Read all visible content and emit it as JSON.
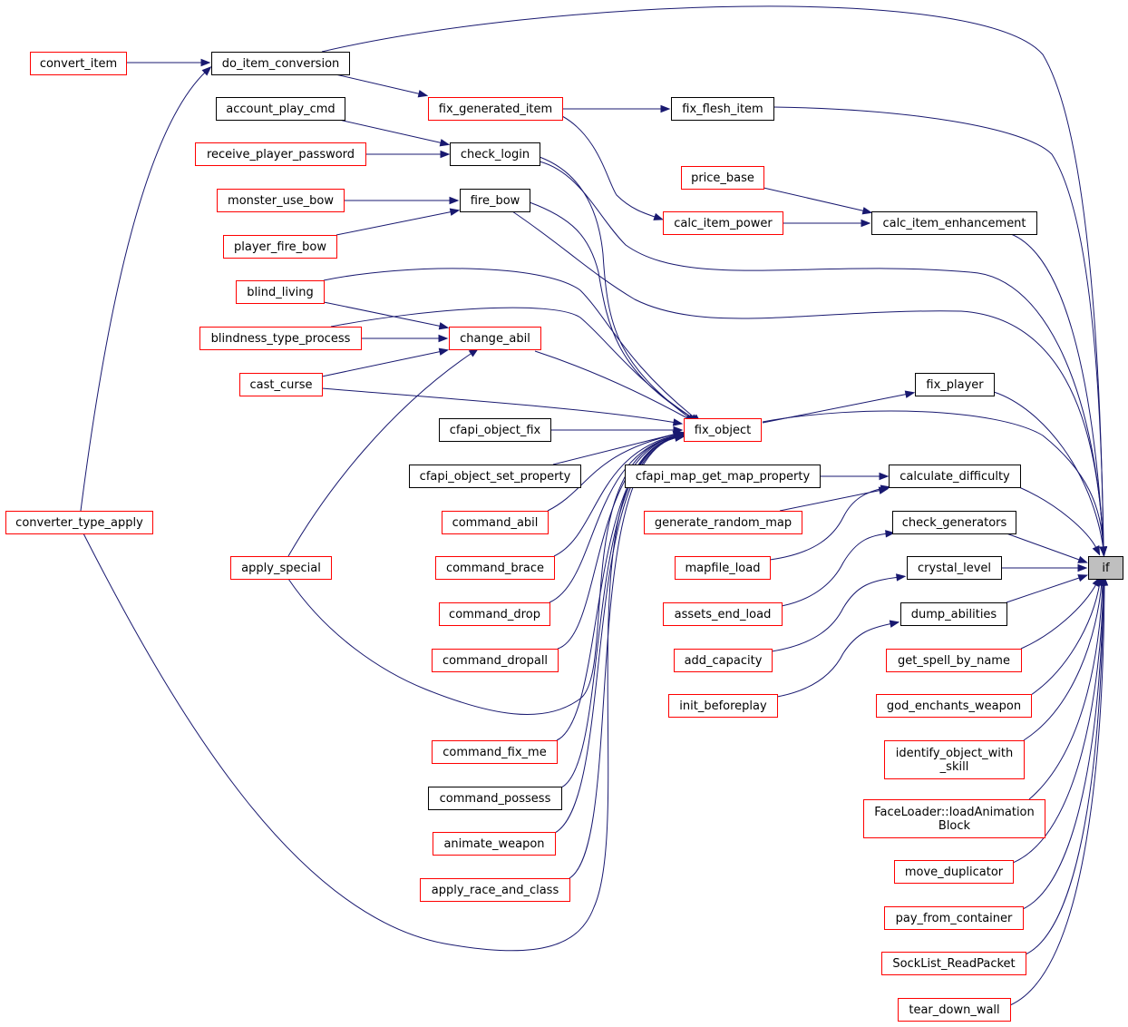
{
  "diagram": {
    "nodes": [
      {
        "id": "convert_item",
        "lines": [
          "convert_item"
        ],
        "border": "red"
      },
      {
        "id": "do_item_conversion",
        "lines": [
          "do_item_conversion"
        ],
        "border": "black"
      },
      {
        "id": "account_play_cmd",
        "lines": [
          "account_play_cmd"
        ],
        "border": "black"
      },
      {
        "id": "fix_generated_item",
        "lines": [
          "fix_generated_item"
        ],
        "border": "red"
      },
      {
        "id": "fix_flesh_item",
        "lines": [
          "fix_flesh_item"
        ],
        "border": "black"
      },
      {
        "id": "receive_player_password",
        "lines": [
          "receive_player_password"
        ],
        "border": "red"
      },
      {
        "id": "check_login",
        "lines": [
          "check_login"
        ],
        "border": "black"
      },
      {
        "id": "price_base",
        "lines": [
          "price_base"
        ],
        "border": "red"
      },
      {
        "id": "monster_use_bow",
        "lines": [
          "monster_use_bow"
        ],
        "border": "red"
      },
      {
        "id": "fire_bow",
        "lines": [
          "fire_bow"
        ],
        "border": "black"
      },
      {
        "id": "calc_item_power",
        "lines": [
          "calc_item_power"
        ],
        "border": "red"
      },
      {
        "id": "calc_item_enhancement",
        "lines": [
          "calc_item_enhancement"
        ],
        "border": "black"
      },
      {
        "id": "player_fire_bow",
        "lines": [
          "player_fire_bow"
        ],
        "border": "red"
      },
      {
        "id": "blind_living",
        "lines": [
          "blind_living"
        ],
        "border": "red"
      },
      {
        "id": "blindness_type_process",
        "lines": [
          "blindness_type_process"
        ],
        "border": "red"
      },
      {
        "id": "change_abil",
        "lines": [
          "change_abil"
        ],
        "border": "red"
      },
      {
        "id": "cast_curse",
        "lines": [
          "cast_curse"
        ],
        "border": "red"
      },
      {
        "id": "fix_player",
        "lines": [
          "fix_player"
        ],
        "border": "black"
      },
      {
        "id": "cfapi_object_fix",
        "lines": [
          "cfapi_object_fix"
        ],
        "border": "black"
      },
      {
        "id": "fix_object",
        "lines": [
          "fix_object"
        ],
        "border": "red"
      },
      {
        "id": "cfapi_object_set_property",
        "lines": [
          "cfapi_object_set_property"
        ],
        "border": "black"
      },
      {
        "id": "cfapi_map_get_map_property",
        "lines": [
          "cfapi_map_get_map_property"
        ],
        "border": "black"
      },
      {
        "id": "calculate_difficulty",
        "lines": [
          "calculate_difficulty"
        ],
        "border": "black"
      },
      {
        "id": "command_abil",
        "lines": [
          "command_abil"
        ],
        "border": "red"
      },
      {
        "id": "generate_random_map",
        "lines": [
          "generate_random_map"
        ],
        "border": "red"
      },
      {
        "id": "check_generators",
        "lines": [
          "check_generators"
        ],
        "border": "black"
      },
      {
        "id": "converter_type_apply",
        "lines": [
          "converter_type_apply"
        ],
        "border": "red"
      },
      {
        "id": "apply_special",
        "lines": [
          "apply_special"
        ],
        "border": "red"
      },
      {
        "id": "command_brace",
        "lines": [
          "command_brace"
        ],
        "border": "red"
      },
      {
        "id": "mapfile_load",
        "lines": [
          "mapfile_load"
        ],
        "border": "red"
      },
      {
        "id": "crystal_level",
        "lines": [
          "crystal_level"
        ],
        "border": "black"
      },
      {
        "id": "if",
        "lines": [
          "if"
        ],
        "border": "gray"
      },
      {
        "id": "command_drop",
        "lines": [
          "command_drop"
        ],
        "border": "red"
      },
      {
        "id": "assets_end_load",
        "lines": [
          "assets_end_load"
        ],
        "border": "red"
      },
      {
        "id": "dump_abilities",
        "lines": [
          "dump_abilities"
        ],
        "border": "black"
      },
      {
        "id": "command_dropall",
        "lines": [
          "command_dropall"
        ],
        "border": "red"
      },
      {
        "id": "add_capacity",
        "lines": [
          "add_capacity"
        ],
        "border": "red"
      },
      {
        "id": "get_spell_by_name",
        "lines": [
          "get_spell_by_name"
        ],
        "border": "red"
      },
      {
        "id": "init_beforeplay",
        "lines": [
          "init_beforeplay"
        ],
        "border": "red"
      },
      {
        "id": "god_enchants_weapon",
        "lines": [
          "god_enchants_weapon"
        ],
        "border": "red"
      },
      {
        "id": "command_fix_me",
        "lines": [
          "command_fix_me"
        ],
        "border": "red"
      },
      {
        "id": "identify_object_with_skill",
        "lines": [
          "identify_object_with",
          "_skill"
        ],
        "border": "red"
      },
      {
        "id": "command_possess",
        "lines": [
          "command_possess"
        ],
        "border": "black"
      },
      {
        "id": "FaceLoader_loadAnimationBlock",
        "lines": [
          "FaceLoader::loadAnimation",
          "Block"
        ],
        "border": "red"
      },
      {
        "id": "animate_weapon",
        "lines": [
          "animate_weapon"
        ],
        "border": "red"
      },
      {
        "id": "move_duplicator",
        "lines": [
          "move_duplicator"
        ],
        "border": "red"
      },
      {
        "id": "apply_race_and_class",
        "lines": [
          "apply_race_and_class"
        ],
        "border": "red"
      },
      {
        "id": "pay_from_container",
        "lines": [
          "pay_from_container"
        ],
        "border": "red"
      },
      {
        "id": "SockList_ReadPacket",
        "lines": [
          "SockList_ReadPacket"
        ],
        "border": "red"
      },
      {
        "id": "tear_down_wall",
        "lines": [
          "tear_down_wall"
        ],
        "border": "red"
      }
    ],
    "edges": [
      {
        "from": "convert_item",
        "to": "do_item_conversion"
      },
      {
        "from": "converter_type_apply",
        "to": "do_item_conversion"
      },
      {
        "from": "do_item_conversion",
        "to": "fix_generated_item"
      },
      {
        "from": "do_item_conversion",
        "to": "if"
      },
      {
        "from": "fix_generated_item",
        "to": "fix_flesh_item"
      },
      {
        "from": "fix_generated_item",
        "to": "calc_item_power"
      },
      {
        "from": "fix_flesh_item",
        "to": "if"
      },
      {
        "from": "account_play_cmd",
        "to": "check_login"
      },
      {
        "from": "receive_player_password",
        "to": "check_login"
      },
      {
        "from": "check_login",
        "to": "fix_object"
      },
      {
        "from": "check_login",
        "to": "if"
      },
      {
        "from": "price_base",
        "to": "calc_item_enhancement"
      },
      {
        "from": "calc_item_power",
        "to": "calc_item_enhancement"
      },
      {
        "from": "calc_item_enhancement",
        "to": "if"
      },
      {
        "from": "monster_use_bow",
        "to": "fire_bow"
      },
      {
        "from": "player_fire_bow",
        "to": "fire_bow"
      },
      {
        "from": "fire_bow",
        "to": "fix_object"
      },
      {
        "from": "fire_bow",
        "to": "if"
      },
      {
        "from": "blind_living",
        "to": "change_abil"
      },
      {
        "from": "blindness_type_process",
        "to": "change_abil"
      },
      {
        "from": "cast_curse",
        "to": "change_abil"
      },
      {
        "from": "apply_special",
        "to": "change_abil"
      },
      {
        "from": "blind_living",
        "to": "fix_object"
      },
      {
        "from": "blindness_type_process",
        "to": "fix_object"
      },
      {
        "from": "cast_curse",
        "to": "fix_object"
      },
      {
        "from": "change_abil",
        "to": "fix_object"
      },
      {
        "from": "cfapi_object_fix",
        "to": "fix_object"
      },
      {
        "from": "cfapi_object_set_property",
        "to": "fix_object"
      },
      {
        "from": "command_abil",
        "to": "fix_object"
      },
      {
        "from": "command_brace",
        "to": "fix_object"
      },
      {
        "from": "command_drop",
        "to": "fix_object"
      },
      {
        "from": "command_dropall",
        "to": "fix_object"
      },
      {
        "from": "command_fix_me",
        "to": "fix_object"
      },
      {
        "from": "command_possess",
        "to": "fix_object"
      },
      {
        "from": "animate_weapon",
        "to": "fix_object"
      },
      {
        "from": "apply_race_and_class",
        "to": "fix_object"
      },
      {
        "from": "apply_special",
        "to": "fix_object"
      },
      {
        "from": "converter_type_apply",
        "to": "fix_object"
      },
      {
        "from": "fix_object",
        "to": "fix_player"
      },
      {
        "from": "fix_object",
        "to": "if"
      },
      {
        "from": "fix_player",
        "to": "if"
      },
      {
        "from": "cfapi_map_get_map_property",
        "to": "calculate_difficulty"
      },
      {
        "from": "generate_random_map",
        "to": "calculate_difficulty"
      },
      {
        "from": "mapfile_load",
        "to": "calculate_difficulty"
      },
      {
        "from": "calculate_difficulty",
        "to": "if"
      },
      {
        "from": "assets_end_load",
        "to": "check_generators"
      },
      {
        "from": "check_generators",
        "to": "if"
      },
      {
        "from": "add_capacity",
        "to": "crystal_level"
      },
      {
        "from": "crystal_level",
        "to": "if"
      },
      {
        "from": "init_beforeplay",
        "to": "dump_abilities"
      },
      {
        "from": "dump_abilities",
        "to": "if"
      },
      {
        "from": "get_spell_by_name",
        "to": "if"
      },
      {
        "from": "god_enchants_weapon",
        "to": "if"
      },
      {
        "from": "identify_object_with_skill",
        "to": "if"
      },
      {
        "from": "FaceLoader_loadAnimationBlock",
        "to": "if"
      },
      {
        "from": "move_duplicator",
        "to": "if"
      },
      {
        "from": "pay_from_container",
        "to": "if"
      },
      {
        "from": "SockList_ReadPacket",
        "to": "if"
      },
      {
        "from": "tear_down_wall",
        "to": "if"
      }
    ]
  },
  "colors": {
    "edge": "#191970",
    "border_red": "#ff0000",
    "border_black": "#000000",
    "focus_fill": "#bfbfbf"
  }
}
